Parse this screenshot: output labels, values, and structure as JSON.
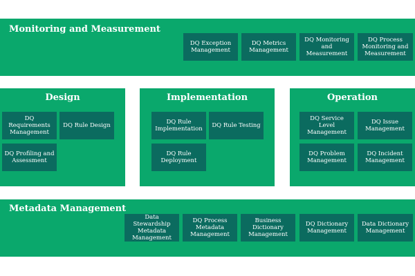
{
  "sections": {
    "monitoring": {
      "title": "Monitoring and Measurement",
      "items": [
        "DQ Exception Management",
        "DQ Metrics Management",
        "DQ Monitoring and Measurement",
        "DQ Process Monitoring and Measurement"
      ]
    },
    "design": {
      "title": "Design",
      "items": [
        "DQ Requirements Management",
        "DQ Rule Design",
        "DQ Profiling and Assessment"
      ]
    },
    "implementation": {
      "title": "Implementation",
      "items": [
        "DQ Rule Implementation",
        "DQ Rule Testing",
        "DQ Rule Deployment"
      ]
    },
    "operation": {
      "title": "Operation",
      "items": [
        "DQ Service Level Management",
        "DQ Issue Management",
        "DQ Problem Management",
        "DQ Incident Management"
      ]
    },
    "metadata": {
      "title": "Metadata Management",
      "items": [
        "Data Stewardship Metadata Management",
        "DQ Process Metadata Management",
        "Business Dictionary Management",
        "DQ Dictionary Management",
        "Data Dictionary Management"
      ]
    }
  },
  "colors": {
    "section_green": "#0aa86c",
    "box_teal": "#0b6b5f",
    "text": "#ffffff"
  }
}
